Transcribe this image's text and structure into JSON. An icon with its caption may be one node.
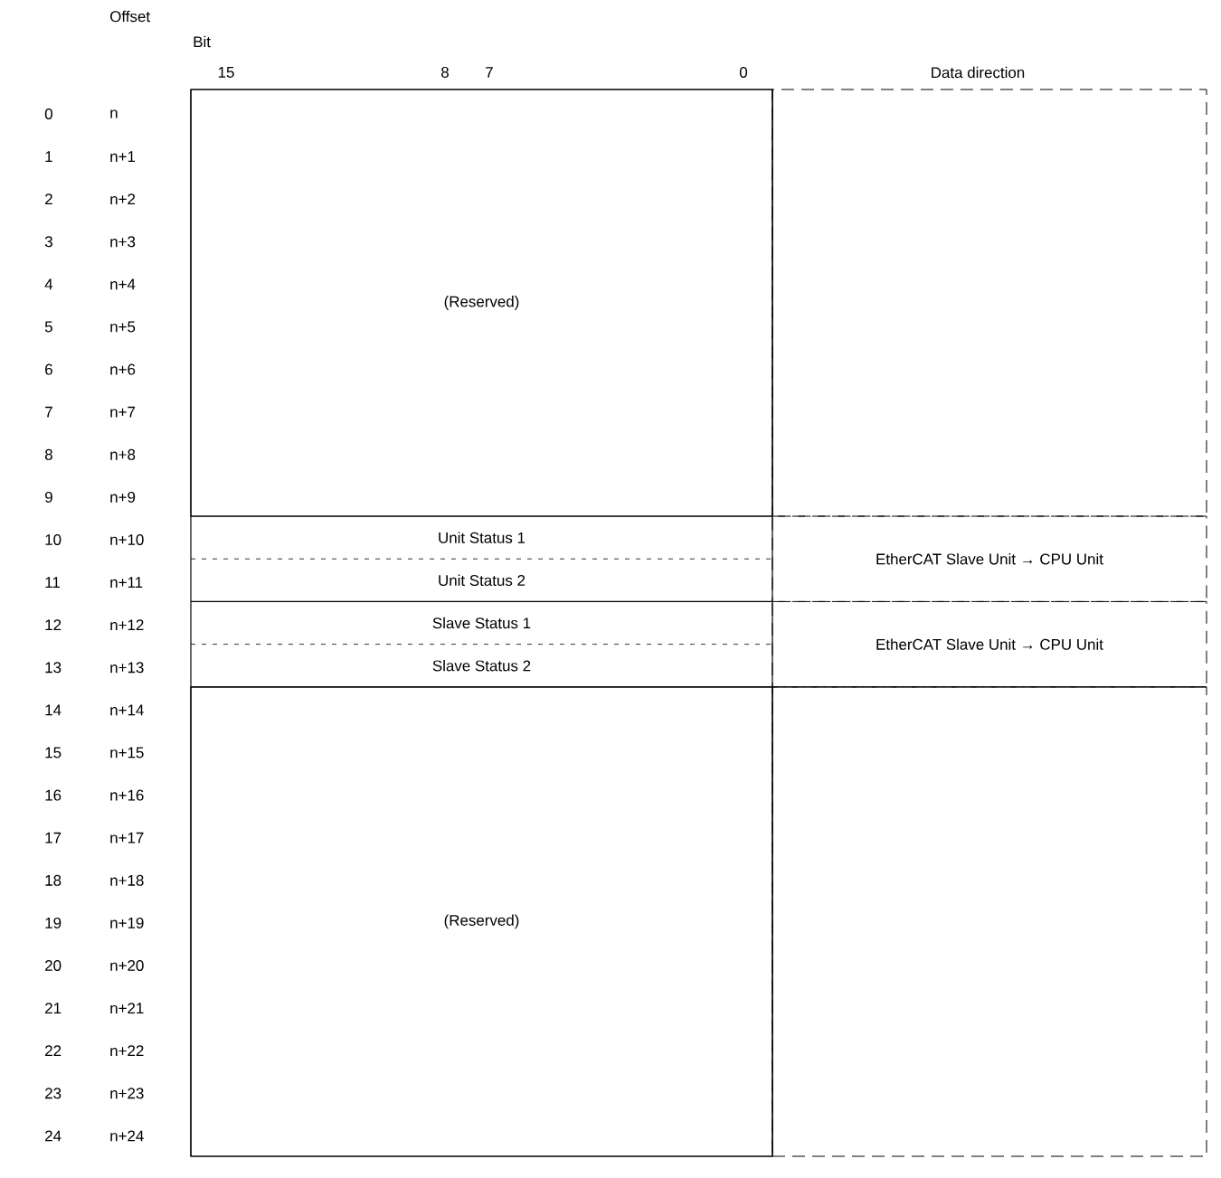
{
  "diagram": {
    "nodes": [
      {
        "text": [
          "(Reserved)"
        ]
      },
      {
        "text": [],
        "shape": "box"
      },
      {
        "text": [
          "Unit Status 1"
        ]
      },
      {
        "text": [
          "Unit Status 2"
        ]
      },
      {
        "text": [
          "EtherCAT Slave Unit → CPU Unit"
        ]
      },
      {
        "text": [
          "Slave Status 1"
        ]
      },
      {
        "text": [
          "Slave Status 2"
        ]
      },
      {
        "text": [
          "EtherCAT Slave Unit → CPU Unit"
        ]
      },
      {
        "text": [
          "(Reserved)"
        ]
      },
      {
        "text": [],
        "shape": "box"
      }
    ],
    "labels": [
      "Offset",
      "Bit",
      "15",
      "8",
      "7",
      "0",
      "Data direction",
      "0",
      "n",
      "1",
      "n+1",
      "2",
      "n+2",
      "3",
      "n+3",
      "4",
      "n+4",
      "5",
      "n+5",
      "6",
      "n+6",
      "7",
      "n+7",
      "8",
      "n+8",
      "9",
      "n+9",
      "10",
      "n+10",
      "11",
      "n+11",
      "12",
      "n+12",
      "13",
      "n+13",
      "14",
      "n+14",
      "15",
      "n+15",
      "16",
      "n+16",
      "17",
      "n+17",
      "18",
      "n+18",
      "19",
      "n+19",
      "20",
      "n+20",
      "21",
      "n+21",
      "22",
      "n+22",
      "23",
      "n+23",
      "24",
      "n+24"
    ]
  }
}
